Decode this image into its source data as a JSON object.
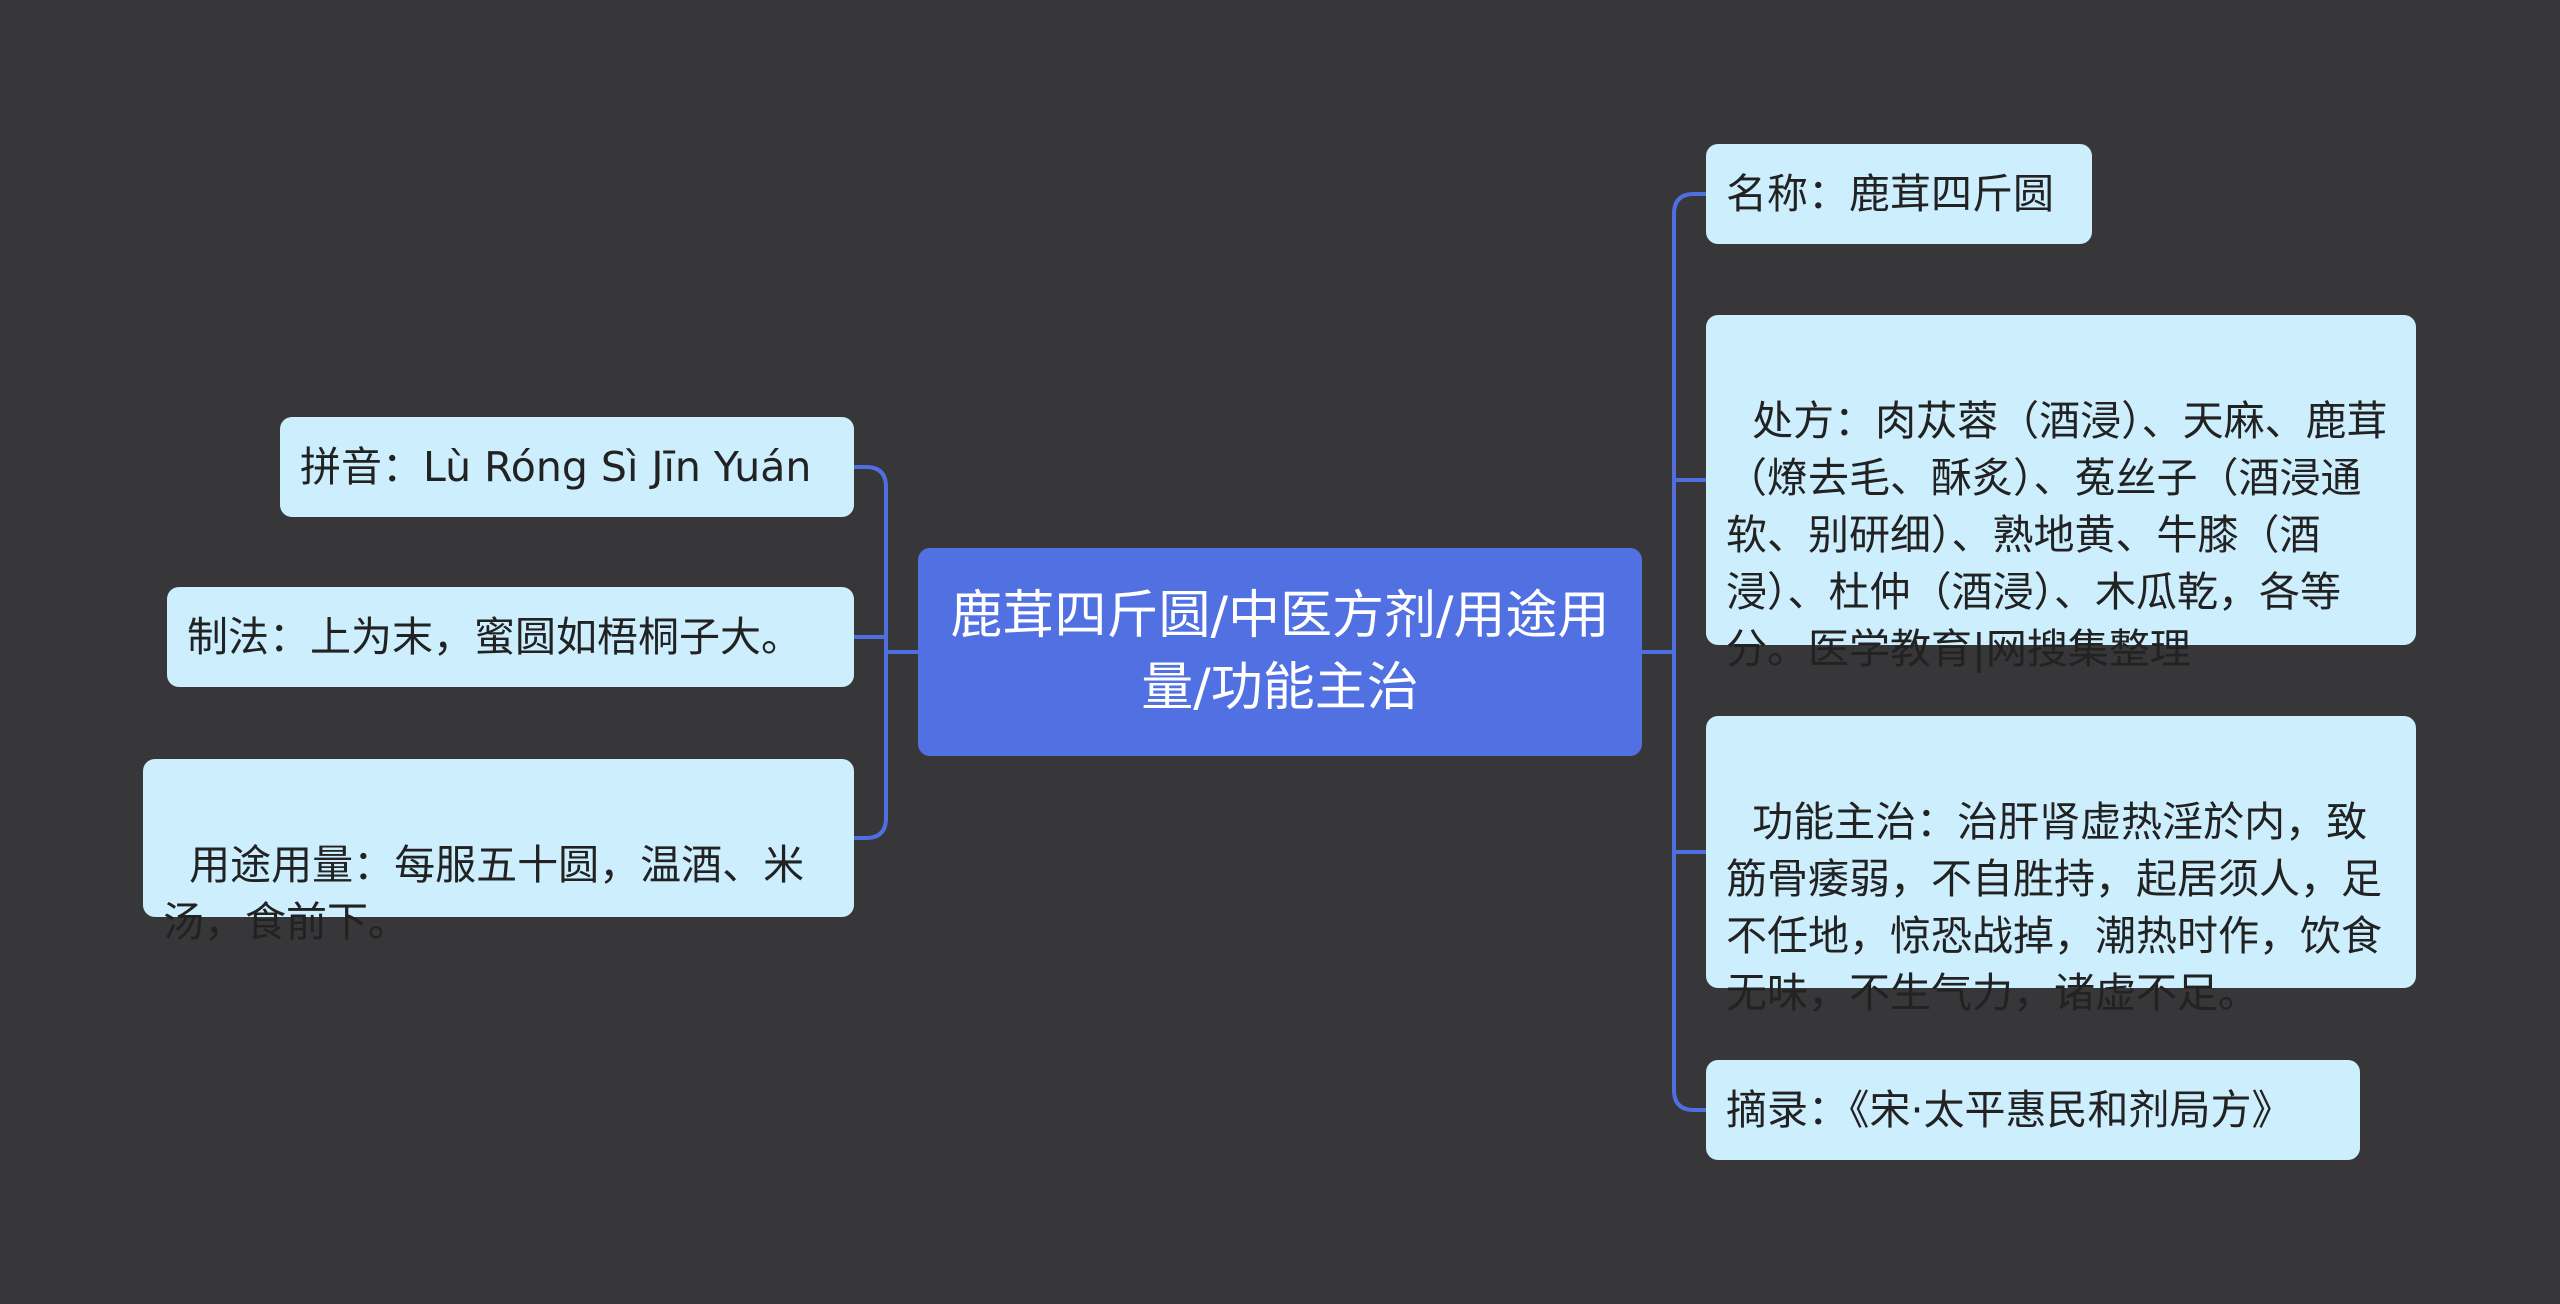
{
  "center": {
    "title": "鹿茸四斤圆/中医方剂/用途用量/功能主治"
  },
  "left_nodes": [
    {
      "text": "拼音：Lù Róng Sì Jīn Yuán"
    },
    {
      "text": "制法：上为末，蜜圆如梧桐子大。"
    },
    {
      "text": "用途用量：每服五十圆，温酒、米汤，食前下。"
    }
  ],
  "right_nodes": [
    {
      "text": "名称：鹿茸四斤圆"
    },
    {
      "text": "处方：肉苁蓉（酒浸）、天麻、鹿茸（燎去毛、酥炙）、菟丝子（酒浸通软、别研细）、熟地黄、牛膝（酒浸）、杜仲（酒浸）、木瓜乾，各等分。医学教育|网搜集整理"
    },
    {
      "text": "功能主治：治肝肾虚热淫於内，致筋骨痿弱，不自胜持，起居须人，足不任地，惊恐战掉，潮热时作，饮食无味，不生气力，诸虚不足。"
    },
    {
      "text": "摘录：《宋·太平惠民和剂局方》"
    }
  ],
  "colors": {
    "background": "#373638",
    "center_fill": "#5170e2",
    "node_fill": "#cdeefd",
    "connector": "#4f6ee0"
  }
}
